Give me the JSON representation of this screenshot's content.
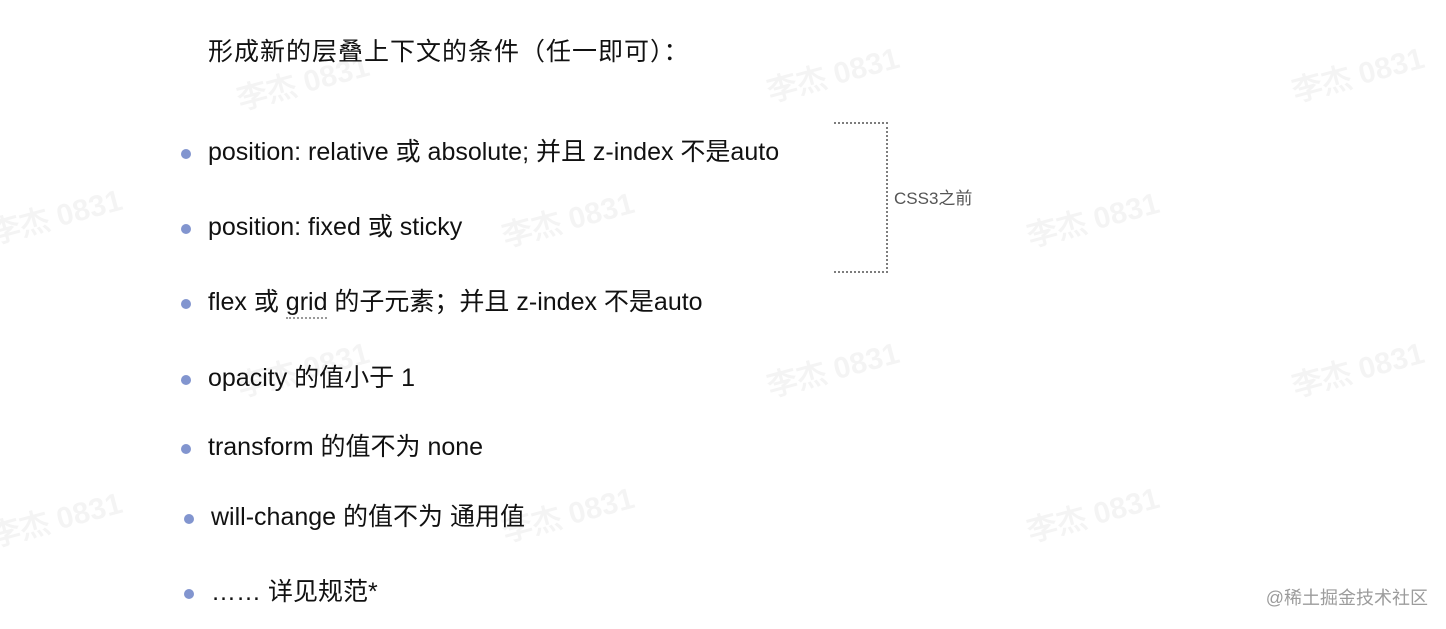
{
  "title": "形成新的层叠上下文的条件（任一即可）：",
  "items": [
    {
      "text": "position: relative 或 absolute; 并且 z-index 不是auto"
    },
    {
      "text": "position: fixed 或 sticky"
    },
    {
      "pre": "flex 或 ",
      "emph": "grid",
      "post": " 的子元素；并且 z-index 不是auto"
    },
    {
      "text": "opacity 的值小于 1"
    },
    {
      "text": "transform 的值不为 none"
    },
    {
      "text": "will-change 的值不为 通用值"
    },
    {
      "text": "…… 详见规范*"
    }
  ],
  "bracket_label": "CSS3之前",
  "watermark": "李杰 0831",
  "credit": "@稀土掘金技术社区",
  "colors": {
    "bullet": "#8295cf",
    "text": "#111111",
    "bracket": "#7d7d7d"
  }
}
